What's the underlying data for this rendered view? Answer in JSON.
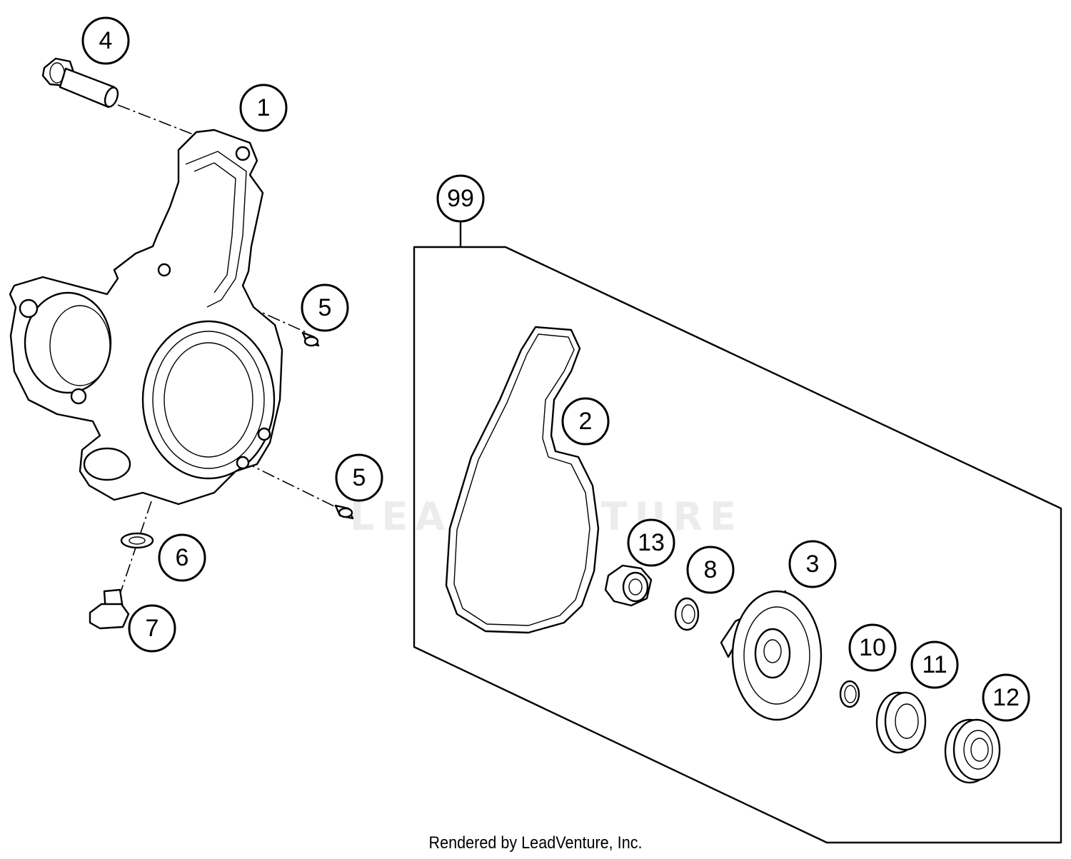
{
  "diagram": {
    "watermark": "LEADVENTURE",
    "footer": "Rendered by LeadVenture, Inc.",
    "callouts": [
      "1",
      "2",
      "3",
      "4",
      "5",
      "5",
      "6",
      "7",
      "8",
      "10",
      "11",
      "12",
      "13",
      "99"
    ],
    "parts": [
      {
        "ref": "1",
        "kind": "water-pump-cover"
      },
      {
        "ref": "2",
        "kind": "gasket"
      },
      {
        "ref": "3",
        "kind": "impeller"
      },
      {
        "ref": "4",
        "kind": "flange-bolt"
      },
      {
        "ref": "5",
        "kind": "dowel-pin"
      },
      {
        "ref": "6",
        "kind": "seal-ring"
      },
      {
        "ref": "7",
        "kind": "drain-plug"
      },
      {
        "ref": "8",
        "kind": "washer"
      },
      {
        "ref": "10",
        "kind": "o-ring"
      },
      {
        "ref": "11",
        "kind": "shaft-seal"
      },
      {
        "ref": "12",
        "kind": "bearing-seal"
      },
      {
        "ref": "13",
        "kind": "nut"
      },
      {
        "ref": "99",
        "kind": "repair-kit-frame"
      }
    ]
  }
}
